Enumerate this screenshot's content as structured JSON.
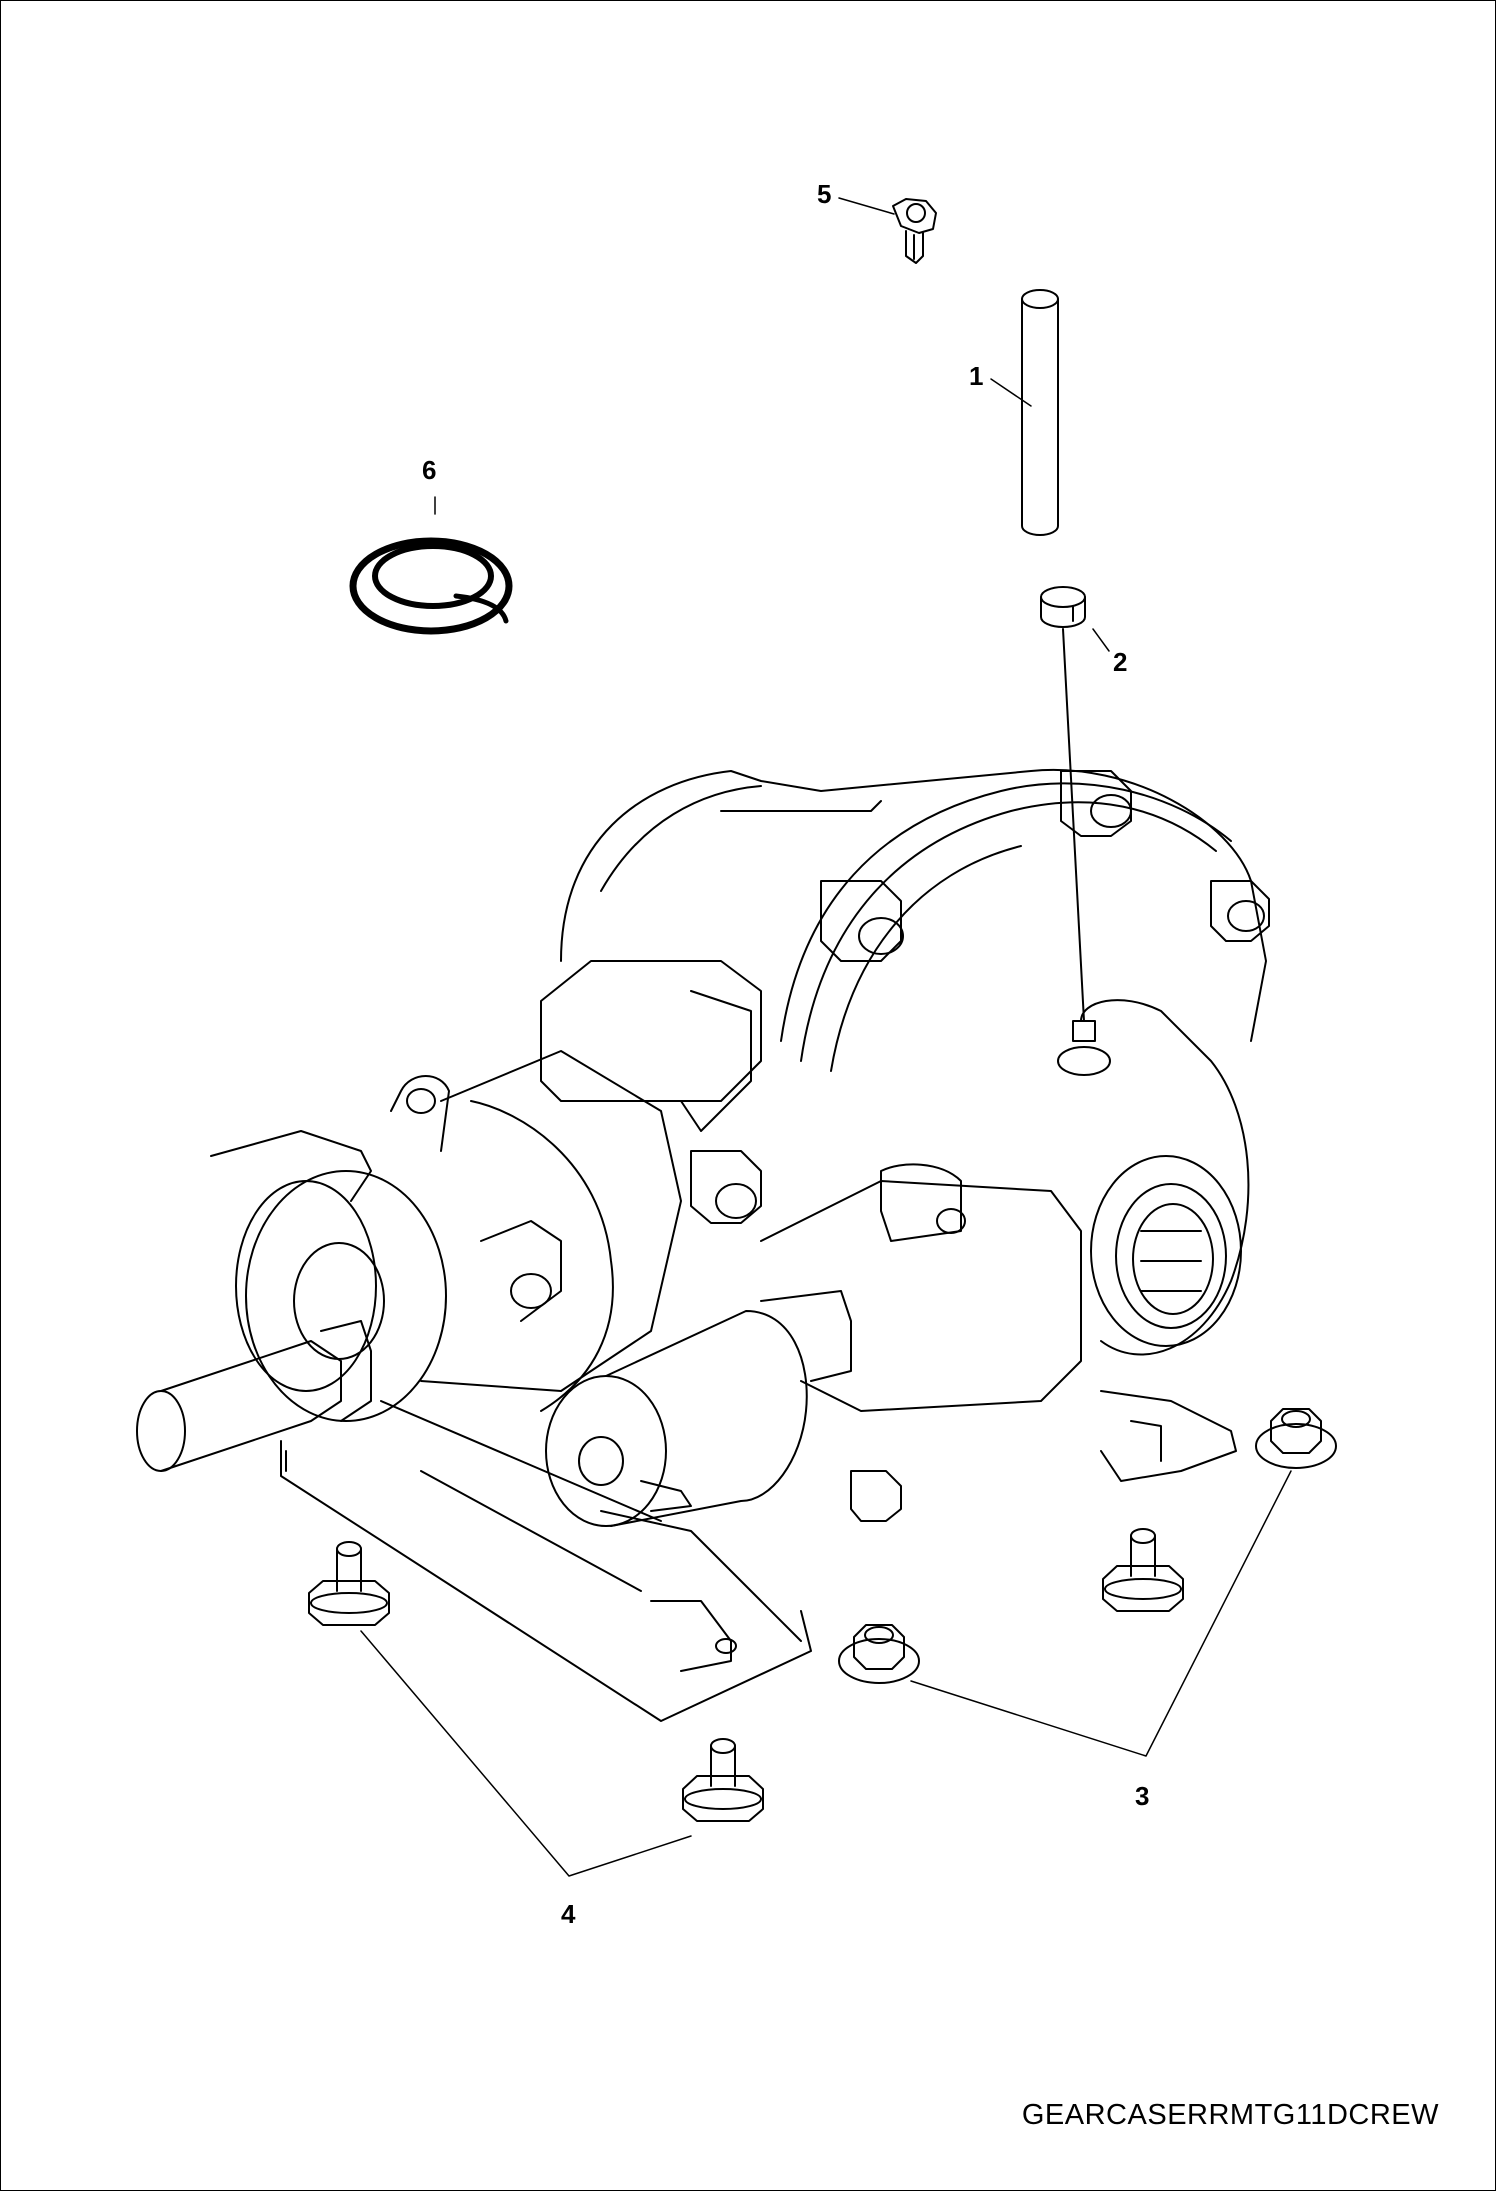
{
  "callouts": {
    "c1": "1",
    "c2": "2",
    "c3": "3",
    "c4": "4",
    "c5": "5",
    "c6": "6"
  },
  "drawing_id": "GEARCASERRMTG11DCREW",
  "line_color": "#000000"
}
